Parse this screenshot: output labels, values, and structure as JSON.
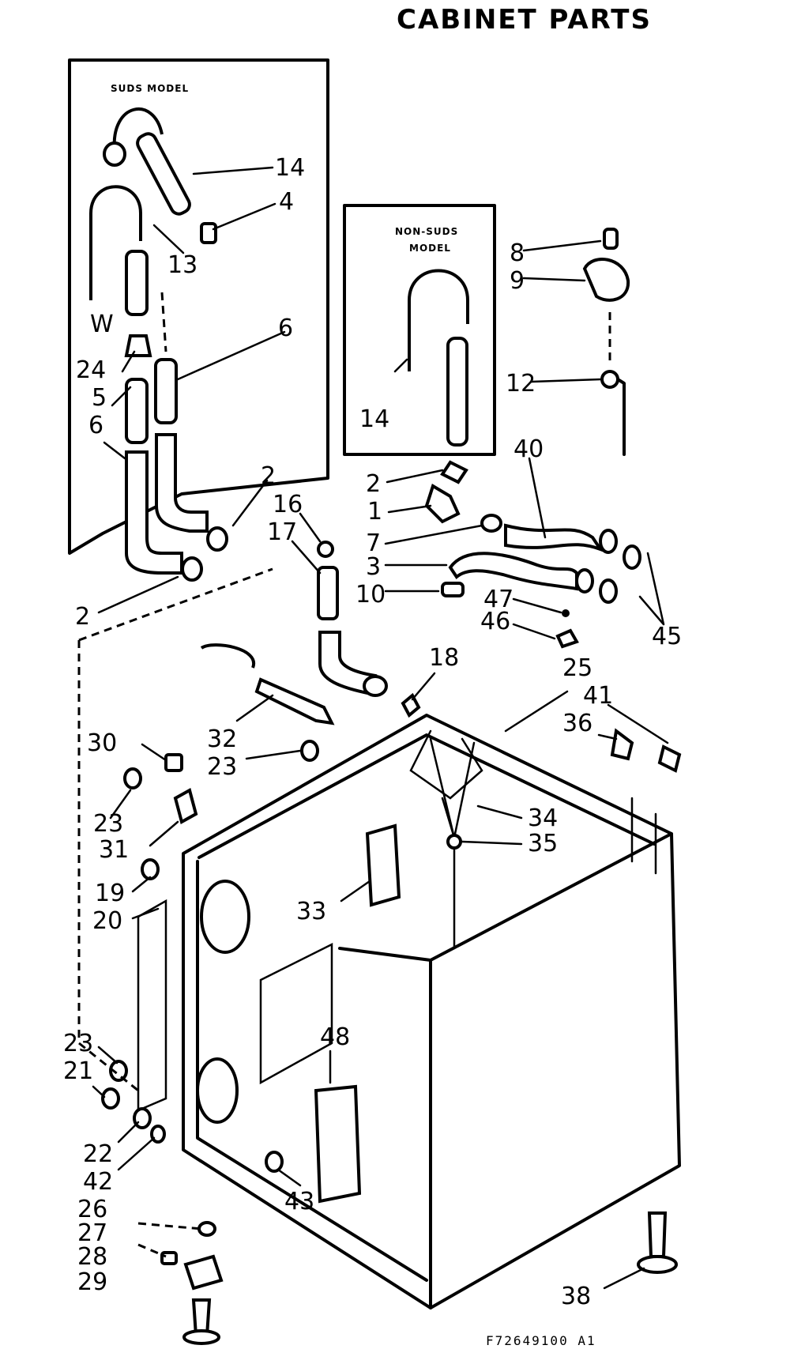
{
  "title": "CABINET PARTS",
  "boxes": {
    "suds": "SUDS MODEL",
    "non_suds_1": "NON-SUDS",
    "non_suds_2": "MODEL"
  },
  "footer_code": "F72649100 A1",
  "callouts": {
    "c14a": "14",
    "c4": "4",
    "c13": "13",
    "cW": "W",
    "c24": "24",
    "c5": "5",
    "c6a": "6",
    "c6b": "6",
    "c2a": "2",
    "c14b": "14",
    "c8": "8",
    "c9": "9",
    "c12": "12",
    "c40": "40",
    "c2b": "2",
    "c1": "1",
    "c7": "7",
    "c3": "3",
    "c10": "10",
    "c47": "47",
    "c46": "46",
    "c45": "45",
    "c2c": "2",
    "c16": "16",
    "c17": "17",
    "c18": "18",
    "c25": "25",
    "c41": "41",
    "c36": "36",
    "c30": "30",
    "c32": "32",
    "c23a": "23",
    "c23b": "23",
    "c31": "31",
    "c34": "34",
    "c35": "35",
    "c19": "19",
    "c20": "20",
    "c33": "33",
    "c48": "48",
    "c23c": "23",
    "c21": "21",
    "c22": "22",
    "c42": "42",
    "c43": "43",
    "c26": "26",
    "c27": "27",
    "c28": "28",
    "c29": "29",
    "c38": "38"
  }
}
